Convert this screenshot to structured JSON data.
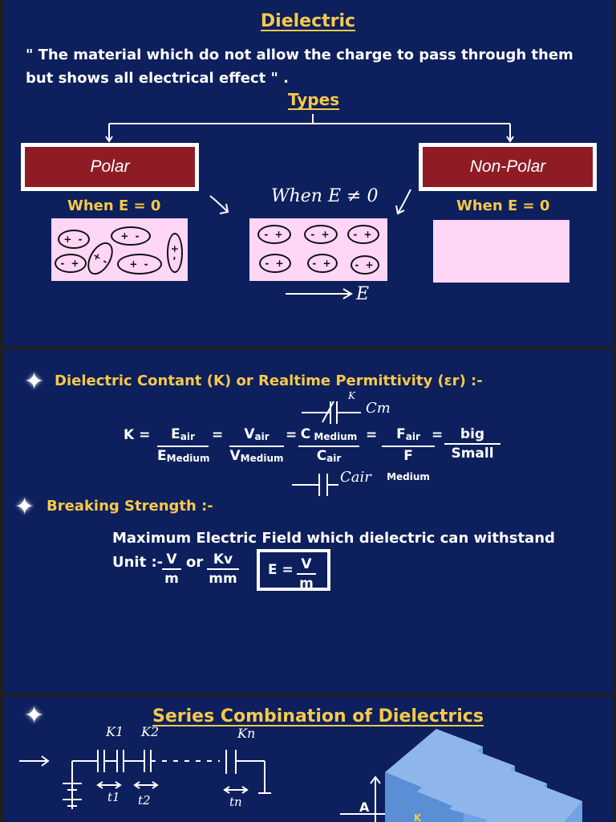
{
  "panel1": {
    "title": "Dielectric",
    "quote": "\" The material which do not allow the charge to pass through them but shows all electrical effect \" .",
    "types_heading": "Types",
    "polar_label": "Polar",
    "nonpolar_label": "Non-Polar",
    "when_e_zero_left": "When E = 0",
    "when_e_zero_right": "When E = 0",
    "when_e_nonzero": "When E ≠ 0",
    "field_label": "E",
    "molecules": {
      "polar_random": [
        "+ -",
        "+ -",
        "+ -",
        "- +",
        "+ -",
        "+ -"
      ],
      "aligned": [
        "- +",
        "- +",
        "- +",
        "- +",
        "- +",
        "- +"
      ]
    }
  },
  "panel2": {
    "dielectric_constant_heading": "Dielectric Contant (K) or Realtime Permittivity (εr) :-",
    "cap_top_label_k": "K",
    "cap_top_label": "Cm",
    "cap_bottom_label": "Cair",
    "k_equals": "K =",
    "equals": "=",
    "fractions": [
      {
        "num_main": "E",
        "num_sub": "air",
        "den_main": "E",
        "den_sub": "Medium"
      },
      {
        "num_main": "V",
        "num_sub": "air",
        "den_main": "V",
        "den_sub": "Medium"
      },
      {
        "num_main": "C",
        "num_sub": " Medium",
        "den_main": "C",
        "den_sub": "air"
      },
      {
        "num_main": "F",
        "num_sub": "air",
        "den_main": "F",
        "den_sub": " Medium"
      },
      {
        "num_main": "big",
        "num_sub": "",
        "den_main": "Small",
        "den_sub": ""
      }
    ],
    "breaking_heading": "Breaking Strength :-",
    "breaking_desc": "Maximum Electric Field which dielectric can withstand",
    "unit_label": "Unit :-",
    "unit_v": "V",
    "unit_m": "m",
    "unit_or": "or",
    "unit_kv": "Kv",
    "unit_mm": "mm",
    "box_e": "E =",
    "box_v": "V",
    "box_m": "m"
  },
  "panel3": {
    "title": "Series Combination of Dielectrics",
    "k_labels": [
      "K1",
      "K2",
      "Kn"
    ],
    "t_labels": [
      "t1",
      "t2",
      "tn"
    ],
    "area_label": "A",
    "k_label_bottom": "K"
  }
}
